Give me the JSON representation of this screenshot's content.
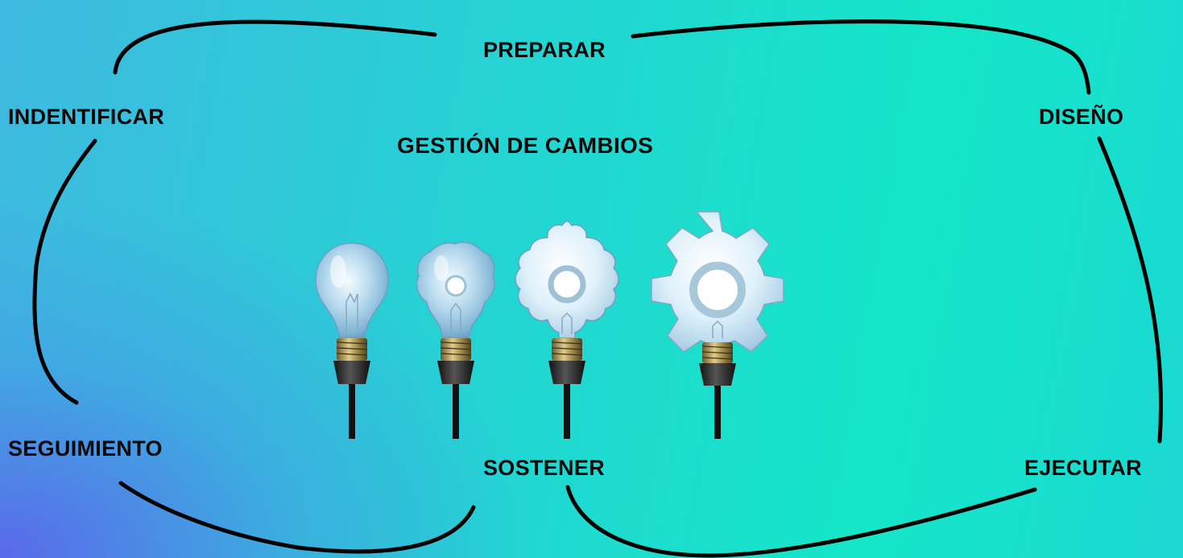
{
  "diagram": {
    "title": "GESTIÓN DE CAMBIOS",
    "stages": {
      "preparar": "PREPARAR",
      "indentificar": "INDENTIFICAR",
      "diseno": "DISEÑO",
      "seguimiento": "SEGUIMIENTO",
      "sostener": "SOSTENER",
      "ejecutar": "EJECUTAR"
    },
    "illustration": {
      "items": [
        "light-bulb",
        "bulb-bumpy",
        "bulb-gear-small",
        "bulb-gear-large"
      ]
    },
    "colors": {
      "background_start": "#5c64eb",
      "background_end": "#14e6c8",
      "stroke": "#000000"
    }
  }
}
